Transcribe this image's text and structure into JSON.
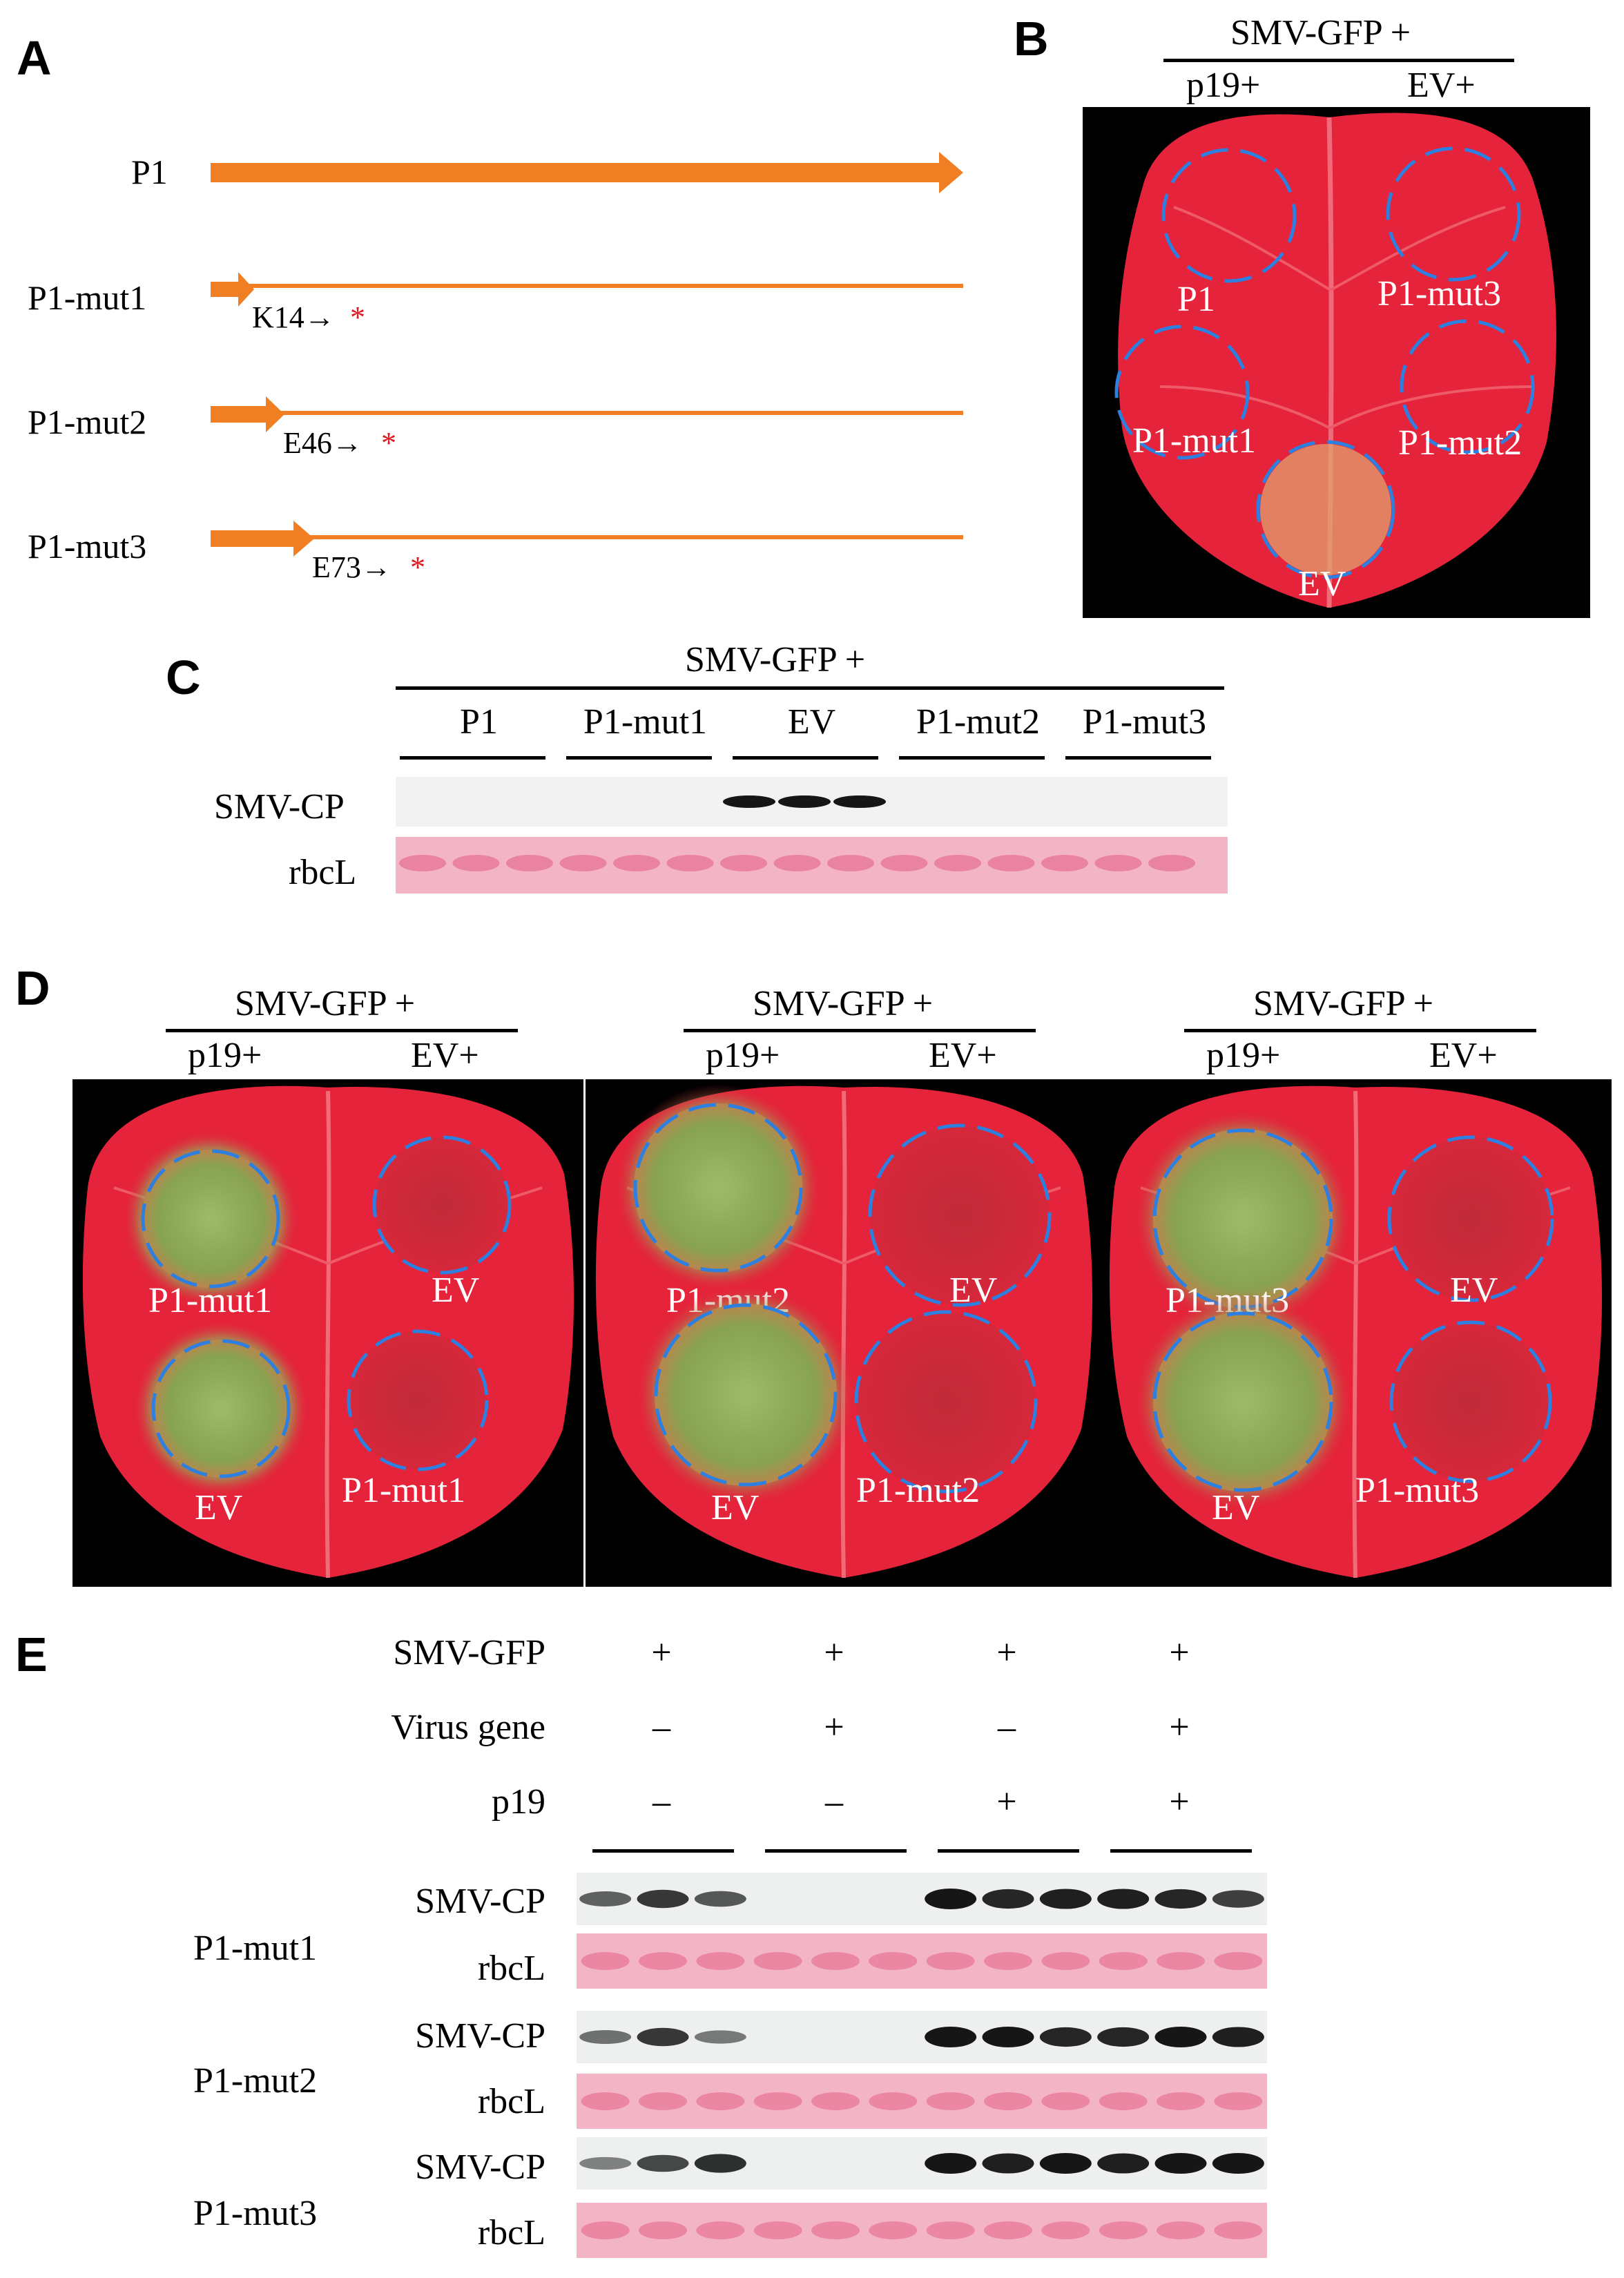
{
  "panels": {
    "a": "A",
    "b": "B",
    "c": "C",
    "d": "D",
    "e": "E"
  },
  "colors": {
    "arrow": "#f07f23",
    "stop_star": "#e0161e",
    "leaf": "#e5233a",
    "gfp": "#8fb05a",
    "circle": "#2d7fe0",
    "ponceau": "#f3b5c6",
    "band": "#161616"
  },
  "panel_a": {
    "constructs": [
      {
        "name": "P1",
        "mutation": "",
        "star": ""
      },
      {
        "name": "P1-mut1",
        "mutation": "K14→",
        "star": "*"
      },
      {
        "name": "P1-mut2",
        "mutation": "E46→",
        "star": "*"
      },
      {
        "name": "P1-mut3",
        "mutation": "E73→",
        "star": "*"
      }
    ]
  },
  "panel_b": {
    "header": "SMV-GFP +",
    "left": "p19+",
    "right": "EV+",
    "spots": [
      "P1",
      "P1-mut3",
      "P1-mut1",
      "P1-mut2",
      "EV"
    ]
  },
  "panel_c": {
    "header": "SMV-GFP +",
    "groups": [
      "P1",
      "P1-mut1",
      "EV",
      "P1-mut2",
      "P1-mut3"
    ],
    "rows": [
      "SMV-CP",
      "rbcL"
    ]
  },
  "panel_d": {
    "header": "SMV-GFP +",
    "left": "p19+",
    "right": "EV+",
    "leaves": [
      {
        "spots": [
          "P1-mut1",
          "EV",
          "EV",
          "P1-mut1"
        ]
      },
      {
        "spots": [
          "P1-mut2",
          "EV",
          "EV",
          "P1-mut2"
        ]
      },
      {
        "spots": [
          "P1-mut3",
          "EV",
          "EV",
          "P1-mut3"
        ]
      }
    ]
  },
  "panel_e": {
    "treatments": [
      {
        "label": "SMV-GFP",
        "signs": [
          "+",
          "+",
          "+",
          "+"
        ]
      },
      {
        "label": "Virus gene",
        "signs": [
          "–",
          "+",
          "–",
          "+"
        ]
      },
      {
        "label": "p19",
        "signs": [
          "–",
          "–",
          "+",
          "+"
        ]
      }
    ],
    "blots": [
      {
        "construct": "P1-mut1",
        "cp": "SMV-CP",
        "rbcl": "rbcL",
        "cp_intensity": [
          0.55,
          0.8,
          0.6,
          0,
          0,
          0,
          1,
          0.9,
          0.95,
          0.95,
          0.9,
          0.75
        ]
      },
      {
        "construct": "P1-mut2",
        "cp": "SMV-CP",
        "rbcl": "rbcL",
        "cp_intensity": [
          0.45,
          0.8,
          0.4,
          0,
          0,
          0,
          1,
          1,
          0.9,
          0.9,
          1,
          0.95
        ]
      },
      {
        "construct": "P1-mut3",
        "cp": "SMV-CP",
        "rbcl": "rbcL",
        "cp_intensity": [
          0.35,
          0.7,
          0.85,
          0,
          0,
          0,
          1,
          0.95,
          1,
          0.95,
          1,
          1
        ]
      }
    ]
  }
}
